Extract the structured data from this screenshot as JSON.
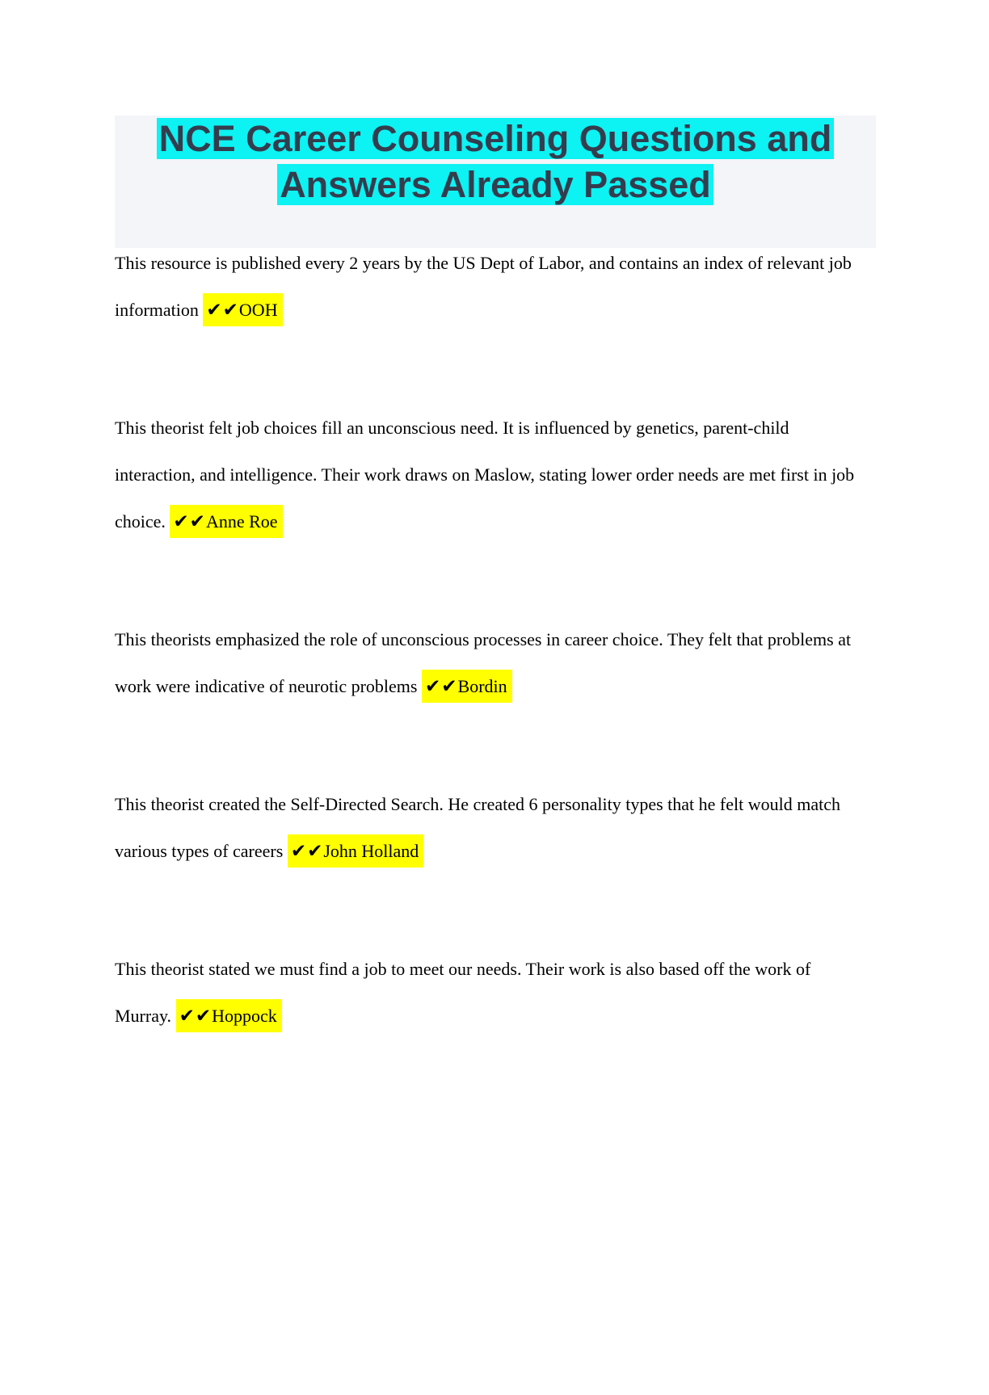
{
  "page": {
    "title": "NCE Career Counseling Questions and Answers Already Passed"
  },
  "colors": {
    "title_highlight": "#0df2f2",
    "answer_highlight": "#ffff00",
    "title_text": "#343c4d",
    "body_text": "#000000",
    "title_band_bg": "#f3f5f9",
    "page_bg": "#ffffff"
  },
  "qa_items": [
    {
      "question": "This resource is published every 2 years by the US Dept of Labor, and contains an index of relevant job information",
      "checks": "✔✔",
      "answer": "OOH"
    },
    {
      "question": "This theorist felt job choices fill an unconscious need. It is influenced by genetics, parent-child interaction, and intelligence. Their work draws on Maslow, stating lower order needs are met first in job choice.",
      "checks": "✔✔",
      "answer": "Anne Roe"
    },
    {
      "question": "This theorists emphasized the role of unconscious processes in career choice. They felt that problems at work were indicative of neurotic problems",
      "checks": "✔✔",
      "answer": "Bordin"
    },
    {
      "question": "This theorist created the Self-Directed Search. He created 6 personality types that he felt would match various types of careers",
      "checks": "✔✔",
      "answer": "John Holland"
    },
    {
      "question": "This theorist stated we must find a job to meet our needs. Their work is also based off the work of Murray.",
      "checks": "✔✔",
      "answer": "Hoppock"
    }
  ]
}
